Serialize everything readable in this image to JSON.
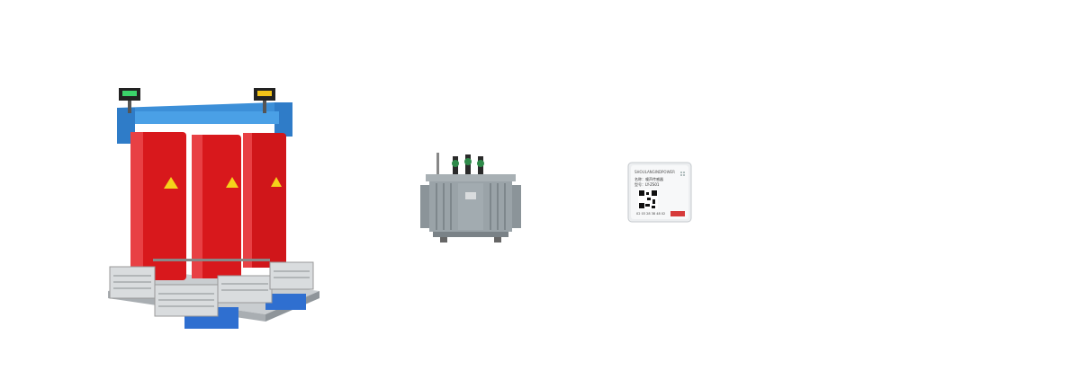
{
  "products": [
    {
      "name": "dry-type-transformer",
      "icon": "dry-type-transformer-image"
    },
    {
      "name": "oil-immersed-transformer",
      "icon": "oil-immersed-transformer-image"
    },
    {
      "name": "sensor-box",
      "icon": "sensor-device-image"
    }
  ],
  "colors": {
    "background": "#ffffff",
    "transformer_red": "#d8181c",
    "frame_blue": "#3c8fd8",
    "base_blue": "#2f6fd0",
    "steel_gray": "#9aa3a8"
  },
  "sensor": {
    "brand_text": "SHOULANGINDPOWER",
    "line1": "名称：噪声传感器",
    "line2": "型号：LY-ZS01",
    "footer": "02 03 28 38 48 02"
  }
}
